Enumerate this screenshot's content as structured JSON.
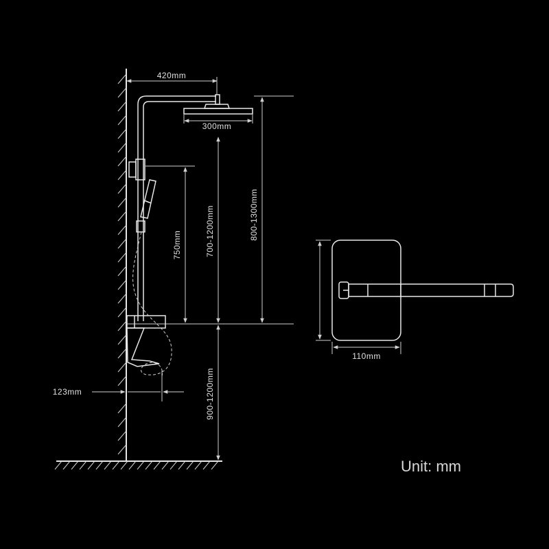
{
  "dimensions": {
    "arm_length": "420mm",
    "head_width": "300mm",
    "handheld_height": "750mm",
    "bar_height": "700-1200mm",
    "total_height": "800-1300mm",
    "mixer_height": "900-1200mm",
    "wall_offset": "123mm",
    "panel_width": "110mm"
  },
  "unit_label": "Unit: mm",
  "colors": {
    "background": "#000000",
    "line": "#e0e0e0"
  }
}
